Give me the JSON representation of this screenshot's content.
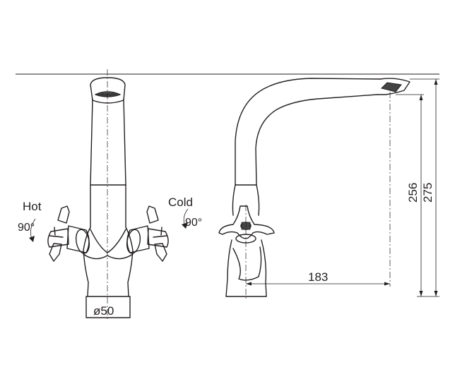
{
  "labels": {
    "hot": "Hot",
    "cold": "Cold",
    "hot_angle": "90°",
    "cold_angle": "90°",
    "base_diameter": "ø50",
    "spout_reach": "183",
    "spout_height": "256",
    "total_height": "275"
  },
  "colors": {
    "line": "#231f20",
    "background": "#ffffff"
  }
}
